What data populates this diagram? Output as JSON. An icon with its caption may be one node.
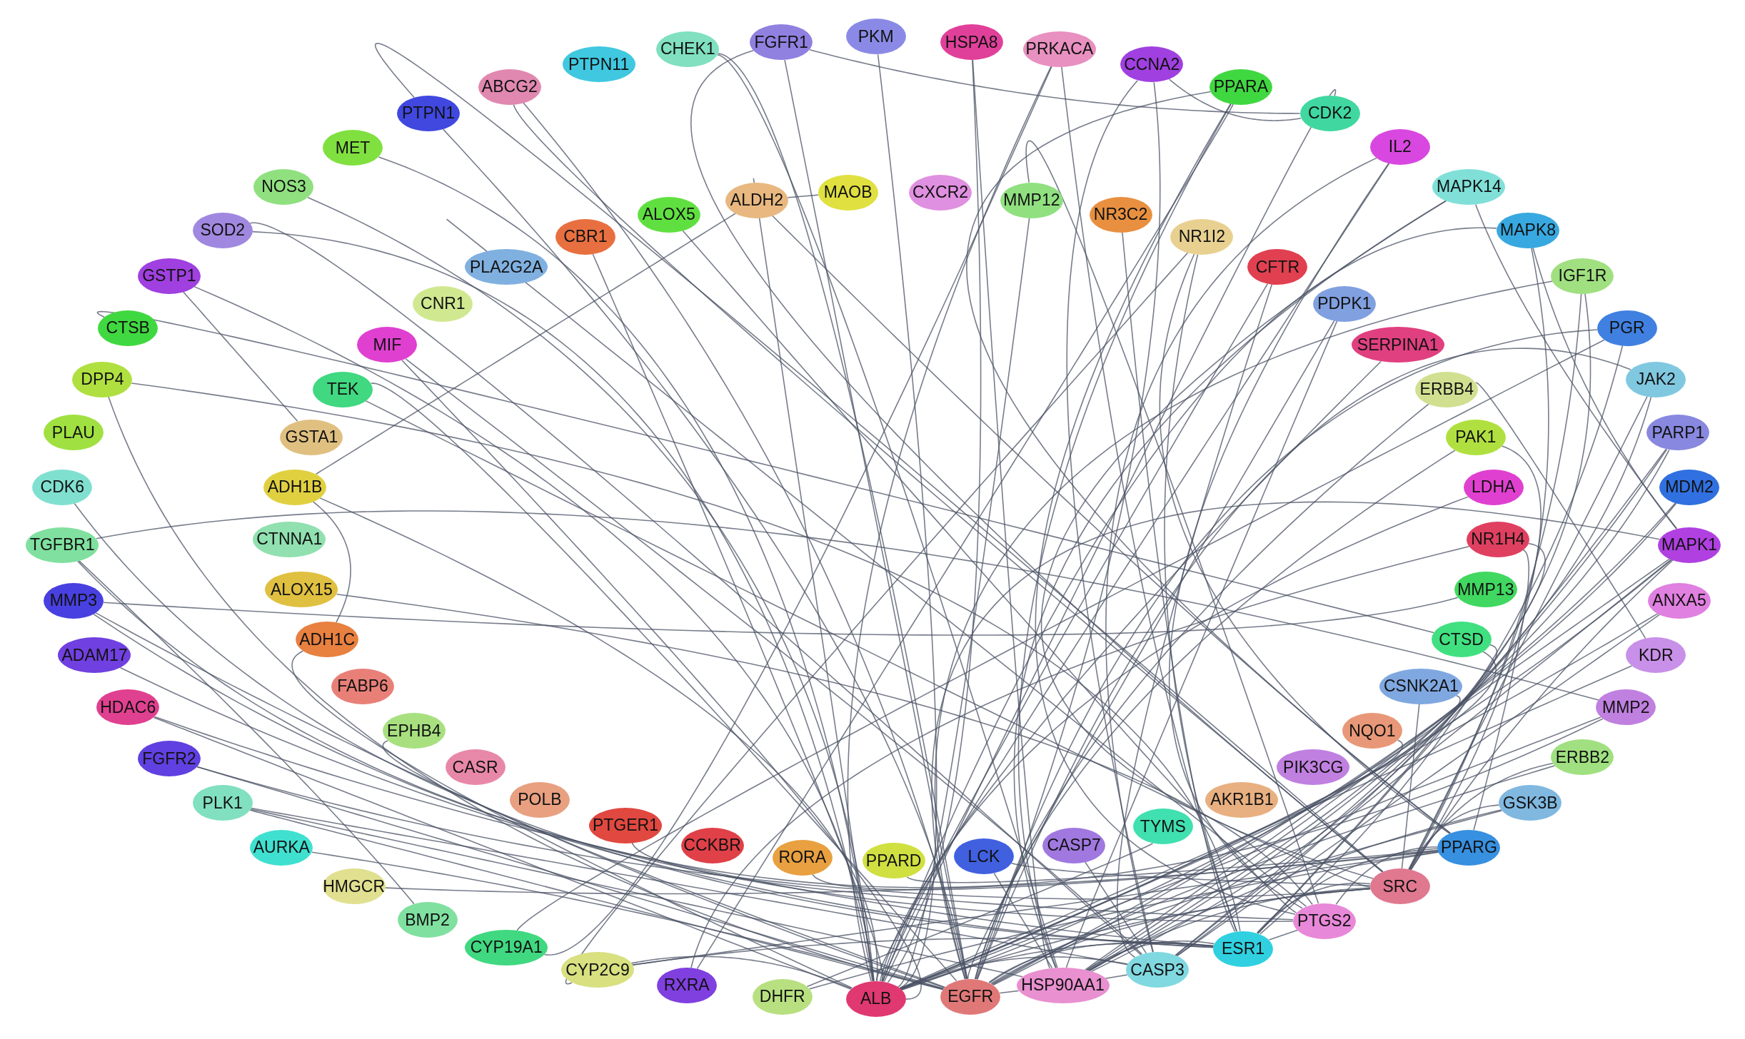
{
  "diagram": {
    "nodes": [
      {
        "text": [
          "PKM"
        ]
      },
      {
        "text": [
          "HSPA8"
        ]
      },
      {
        "text": [
          "PRKACA"
        ]
      },
      {
        "text": [
          "CCNA2"
        ]
      },
      {
        "text": [
          "PPARA"
        ]
      },
      {
        "text": [
          "CDK2"
        ]
      },
      {
        "text": [
          "IL2"
        ]
      },
      {
        "text": [
          "MAPK14"
        ]
      },
      {
        "text": [
          "MAPK8"
        ]
      },
      {
        "text": [
          "IGF1R"
        ]
      },
      {
        "text": [
          "PGR"
        ]
      },
      {
        "text": [
          "JAK2"
        ]
      },
      {
        "text": [
          "PARP1"
        ]
      },
      {
        "text": [
          "MDM2"
        ]
      },
      {
        "text": [
          "MAPK1"
        ]
      },
      {
        "text": [
          "ANXA5"
        ]
      },
      {
        "text": [
          "KDR"
        ]
      },
      {
        "text": [
          "MMP2"
        ]
      },
      {
        "text": [
          "ERBB2"
        ]
      },
      {
        "text": [
          "GSK3B"
        ]
      },
      {
        "text": [
          "PPARG"
        ]
      },
      {
        "text": [
          "SRC"
        ]
      },
      {
        "text": [
          "PTGS2"
        ]
      },
      {
        "text": [
          "ESR1"
        ]
      },
      {
        "text": [
          "CASP3"
        ]
      },
      {
        "text": [
          "HSP90AA1"
        ]
      },
      {
        "text": [
          "EGFR"
        ]
      },
      {
        "text": [
          "ALB"
        ]
      },
      {
        "text": [
          "DHFR"
        ]
      },
      {
        "text": [
          "RXRA"
        ]
      },
      {
        "text": [
          "CYP2C9"
        ]
      },
      {
        "text": [
          "CYP19A1"
        ]
      },
      {
        "text": [
          "BMP2"
        ]
      },
      {
        "text": [
          "HMGCR"
        ]
      },
      {
        "text": [
          "AURKA"
        ]
      },
      {
        "text": [
          "PLK1"
        ]
      },
      {
        "text": [
          "FGFR2"
        ]
      },
      {
        "text": [
          "HDAC6"
        ]
      },
      {
        "text": [
          "ADAM17"
        ]
      },
      {
        "text": [
          "MMP3"
        ]
      },
      {
        "text": [
          "TGFBR1"
        ]
      },
      {
        "text": [
          "CDK6"
        ]
      },
      {
        "text": [
          "PLAU"
        ]
      },
      {
        "text": [
          "DPP4"
        ]
      },
      {
        "text": [
          "CTSB"
        ]
      },
      {
        "text": [
          "GSTP1"
        ]
      },
      {
        "text": [
          "SOD2"
        ]
      },
      {
        "text": [
          "NOS3"
        ]
      },
      {
        "text": [
          "MET"
        ]
      },
      {
        "text": [
          "PTPN1"
        ]
      },
      {
        "text": [
          "ABCG2"
        ]
      },
      {
        "text": [
          "PTPN11"
        ]
      },
      {
        "text": [
          "CHEK1"
        ]
      },
      {
        "text": [
          "FGFR1"
        ]
      },
      {
        "text": [
          "ALDH2"
        ]
      },
      {
        "text": [
          "MAOB"
        ]
      },
      {
        "text": [
          "CXCR2"
        ]
      },
      {
        "text": [
          "MMP12"
        ]
      },
      {
        "text": [
          "NR3C2"
        ]
      },
      {
        "text": [
          "NR1I2"
        ]
      },
      {
        "text": [
          "CFTR"
        ]
      },
      {
        "text": [
          "PDPK1"
        ]
      },
      {
        "text": [
          "SERPINA1"
        ]
      },
      {
        "text": [
          "ERBB4"
        ]
      },
      {
        "text": [
          "PAK1"
        ]
      },
      {
        "text": [
          "LDHA"
        ]
      },
      {
        "text": [
          "NR1H4"
        ]
      },
      {
        "text": [
          "MMP13"
        ]
      },
      {
        "text": [
          "CTSD"
        ]
      },
      {
        "text": [
          "CSNK2A1"
        ]
      },
      {
        "text": [
          "NQO1"
        ]
      },
      {
        "text": [
          "PIK3CG"
        ]
      },
      {
        "text": [
          "AKR1B1"
        ]
      },
      {
        "text": [
          "TYMS"
        ]
      },
      {
        "text": [
          "CASP7"
        ]
      },
      {
        "text": [
          "LCK"
        ]
      },
      {
        "text": [
          "PPARD"
        ]
      },
      {
        "text": [
          "RORA"
        ]
      },
      {
        "text": [
          "CCKBR"
        ]
      },
      {
        "text": [
          "PTGER1"
        ]
      },
      {
        "text": [
          "POLB"
        ]
      },
      {
        "text": [
          "CASR"
        ]
      },
      {
        "text": [
          "EPHB4"
        ]
      },
      {
        "text": [
          "FABP6"
        ]
      },
      {
        "text": [
          "ADH1C"
        ]
      },
      {
        "text": [
          "ALOX15"
        ]
      },
      {
        "text": [
          "CTNNA1"
        ]
      },
      {
        "text": [
          "ADH1B"
        ]
      },
      {
        "text": [
          "GSTA1"
        ]
      },
      {
        "text": [
          "TEK"
        ]
      },
      {
        "text": [
          "MIF"
        ]
      },
      {
        "text": [
          "CNR1"
        ]
      },
      {
        "text": [
          "PLA2G2A"
        ]
      },
      {
        "text": [
          "CBR1"
        ]
      },
      {
        "text": [
          "ALOX5"
        ]
      }
    ],
    "edges": [
      {
        "from": 27,
        "to": 0,
        "arrow": "none"
      },
      {
        "from": 27,
        "to": 1,
        "arrow": "none"
      },
      {
        "from": 27,
        "to": 2,
        "arrow": "none"
      },
      {
        "from": 27,
        "to": 5,
        "arrow": "none"
      },
      {
        "from": 27,
        "to": 6,
        "arrow": "none"
      },
      {
        "from": 27,
        "to": 8,
        "arrow": "none"
      },
      {
        "from": 27,
        "to": 14,
        "arrow": "none"
      },
      {
        "from": 27,
        "to": 15,
        "arrow": "none"
      },
      {
        "from": 27,
        "to": 16,
        "arrow": "none"
      },
      {
        "from": 27,
        "to": 17,
        "arrow": "none"
      },
      {
        "from": 27,
        "to": 21,
        "arrow": "none"
      },
      {
        "from": 27,
        "to": 23,
        "arrow": "none"
      },
      {
        "from": 27,
        "to": 24,
        "arrow": "none"
      },
      {
        "from": 27,
        "to": 37,
        "arrow": "none"
      },
      {
        "from": 27,
        "to": 45,
        "arrow": "none"
      },
      {
        "from": 27,
        "to": 46,
        "arrow": "none"
      },
      {
        "from": 27,
        "to": 47,
        "arrow": "none"
      },
      {
        "from": 27,
        "to": 48,
        "arrow": "none"
      },
      {
        "from": 27,
        "to": 57,
        "arrow": "none"
      },
      {
        "from": 27,
        "to": 60,
        "arrow": "none"
      },
      {
        "from": 27,
        "to": 62,
        "arrow": "none"
      },
      {
        "from": 27,
        "to": 65,
        "arrow": "none"
      },
      {
        "from": 27,
        "to": 68,
        "arrow": "none"
      },
      {
        "from": 27,
        "to": 70,
        "arrow": "none"
      },
      {
        "from": 27,
        "to": 84,
        "arrow": "none"
      },
      {
        "from": 27,
        "to": 87,
        "arrow": "none"
      },
      {
        "from": 27,
        "to": 90,
        "arrow": "none"
      },
      {
        "from": 27,
        "to": 93,
        "arrow": "none"
      },
      {
        "from": 27,
        "to": 30,
        "arrow": "none"
      },
      {
        "from": 27,
        "to": 54,
        "arrow": "none"
      },
      {
        "from": 26,
        "to": 3,
        "arrow": "none"
      },
      {
        "from": 26,
        "to": 9,
        "arrow": "none"
      },
      {
        "from": 26,
        "to": 10,
        "arrow": "none"
      },
      {
        "from": 26,
        "to": 11,
        "arrow": "none"
      },
      {
        "from": 26,
        "to": 13,
        "arrow": "none"
      },
      {
        "from": 26,
        "to": 14,
        "arrow": "none"
      },
      {
        "from": 26,
        "to": 18,
        "arrow": "none"
      },
      {
        "from": 26,
        "to": 19,
        "arrow": "none"
      },
      {
        "from": 26,
        "to": 21,
        "arrow": "none"
      },
      {
        "from": 26,
        "to": 23,
        "arrow": "none"
      },
      {
        "from": 26,
        "to": 25,
        "arrow": "none"
      },
      {
        "from": 26,
        "to": 34,
        "arrow": "none"
      },
      {
        "from": 26,
        "to": 35,
        "arrow": "none"
      },
      {
        "from": 26,
        "to": 36,
        "arrow": "none"
      },
      {
        "from": 26,
        "to": 39,
        "arrow": "none"
      },
      {
        "from": 26,
        "to": 43,
        "arrow": "none"
      },
      {
        "from": 26,
        "to": 49,
        "arrow": "none"
      },
      {
        "from": 26,
        "to": 50,
        "arrow": "none"
      },
      {
        "from": 26,
        "to": 52,
        "arrow": "none"
      },
      {
        "from": 26,
        "to": 53,
        "arrow": "none"
      },
      {
        "from": 26,
        "to": 61,
        "arrow": "none"
      },
      {
        "from": 26,
        "to": 63,
        "arrow": "none"
      },
      {
        "from": 26,
        "to": 64,
        "arrow": "none"
      },
      {
        "from": 26,
        "to": 69,
        "arrow": "none"
      },
      {
        "from": 26,
        "to": 89,
        "arrow": "none"
      },
      {
        "from": 26,
        "to": 82,
        "arrow": "none"
      },
      {
        "from": 25,
        "to": 1,
        "arrow": "none"
      },
      {
        "from": 25,
        "to": 4,
        "arrow": "none"
      },
      {
        "from": 25,
        "to": 7,
        "arrow": "none"
      },
      {
        "from": 25,
        "to": 9,
        "arrow": "none"
      },
      {
        "from": 25,
        "to": 11,
        "arrow": "none"
      },
      {
        "from": 25,
        "to": 12,
        "arrow": "none"
      },
      {
        "from": 25,
        "to": 13,
        "arrow": "none"
      },
      {
        "from": 25,
        "to": 14,
        "arrow": "none"
      },
      {
        "from": 25,
        "to": 19,
        "arrow": "none"
      },
      {
        "from": 25,
        "to": 21,
        "arrow": "none"
      },
      {
        "from": 25,
        "to": 23,
        "arrow": "none"
      },
      {
        "from": 25,
        "to": 24,
        "arrow": "none"
      },
      {
        "from": 25,
        "to": 35,
        "arrow": "none"
      },
      {
        "from": 25,
        "to": 52,
        "arrow": "none"
      },
      {
        "from": 25,
        "to": 61,
        "arrow": "none"
      },
      {
        "from": 25,
        "to": 75,
        "arrow": "none"
      },
      {
        "from": 21,
        "to": 7,
        "arrow": "none"
      },
      {
        "from": 21,
        "to": 8,
        "arrow": "none"
      },
      {
        "from": 21,
        "to": 9,
        "arrow": "none"
      },
      {
        "from": 21,
        "to": 11,
        "arrow": "none"
      },
      {
        "from": 21,
        "to": 14,
        "arrow": "none"
      },
      {
        "from": 21,
        "to": 18,
        "arrow": "none"
      },
      {
        "from": 21,
        "to": 19,
        "arrow": "none"
      },
      {
        "from": 21,
        "to": 23,
        "arrow": "none"
      },
      {
        "from": 21,
        "to": 36,
        "arrow": "none"
      },
      {
        "from": 21,
        "to": 49,
        "arrow": "none"
      },
      {
        "from": 21,
        "to": 50,
        "arrow": "none"
      },
      {
        "from": 21,
        "to": 53,
        "arrow": "none"
      },
      {
        "from": 21,
        "to": 64,
        "arrow": "none"
      },
      {
        "from": 21,
        "to": 69,
        "arrow": "none"
      },
      {
        "from": 21,
        "to": 75,
        "arrow": "none"
      },
      {
        "from": 21,
        "to": 89,
        "arrow": "none"
      },
      {
        "from": 23,
        "to": 2,
        "arrow": "none"
      },
      {
        "from": 23,
        "to": 10,
        "arrow": "none"
      },
      {
        "from": 23,
        "to": 12,
        "arrow": "none"
      },
      {
        "from": 23,
        "to": 20,
        "arrow": "none"
      },
      {
        "from": 23,
        "to": 22,
        "arrow": "none"
      },
      {
        "from": 23,
        "to": 30,
        "arrow": "none"
      },
      {
        "from": 23,
        "to": 37,
        "arrow": "none"
      },
      {
        "from": 23,
        "to": 38,
        "arrow": "none"
      },
      {
        "from": 23,
        "to": 41,
        "arrow": "none"
      },
      {
        "from": 23,
        "to": 43,
        "arrow": "none"
      },
      {
        "from": 23,
        "to": 58,
        "arrow": "none"
      },
      {
        "from": 23,
        "to": 59,
        "arrow": "none"
      },
      {
        "from": 23,
        "to": 66,
        "arrow": "none"
      },
      {
        "from": 24,
        "to": 3,
        "arrow": "none"
      },
      {
        "from": 24,
        "to": 6,
        "arrow": "none"
      },
      {
        "from": 24,
        "to": 12,
        "arrow": "none"
      },
      {
        "from": 24,
        "to": 14,
        "arrow": "none"
      },
      {
        "from": 24,
        "to": 15,
        "arrow": "none"
      },
      {
        "from": 24,
        "to": 35,
        "arrow": "none"
      },
      {
        "from": 24,
        "to": 46,
        "arrow": "none"
      },
      {
        "from": 24,
        "to": 60,
        "arrow": "none"
      },
      {
        "from": 24,
        "to": 68,
        "arrow": "none"
      },
      {
        "from": 24,
        "to": 74,
        "arrow": "none"
      },
      {
        "from": 24,
        "to": 90,
        "arrow": "none"
      },
      {
        "from": 22,
        "to": 4,
        "arrow": "none"
      },
      {
        "from": 22,
        "to": 6,
        "arrow": "none"
      },
      {
        "from": 22,
        "to": 20,
        "arrow": "none"
      },
      {
        "from": 22,
        "to": 40,
        "arrow": "none"
      },
      {
        "from": 22,
        "to": 79,
        "arrow": "none"
      },
      {
        "from": 22,
        "to": 94,
        "arrow": "none"
      },
      {
        "from": 22,
        "to": 85,
        "arrow": "none"
      },
      {
        "from": 22,
        "to": 92,
        "arrow": "none"
      },
      {
        "from": 22,
        "to": 57,
        "arrow": "none"
      },
      {
        "from": 20,
        "to": 4,
        "arrow": "none"
      },
      {
        "from": 20,
        "to": 28,
        "arrow": "none"
      },
      {
        "from": 20,
        "to": 30,
        "arrow": "none"
      },
      {
        "from": 20,
        "to": 33,
        "arrow": "none"
      },
      {
        "from": 20,
        "to": 59,
        "arrow": "none"
      },
      {
        "from": 20,
        "to": 66,
        "arrow": "none"
      },
      {
        "from": 20,
        "to": 76,
        "arrow": "none"
      },
      {
        "from": 20,
        "to": 77,
        "arrow": "none"
      },
      {
        "from": 20,
        "to": 54,
        "arrow": "none"
      },
      {
        "from": 14,
        "to": 8,
        "arrow": "none"
      },
      {
        "from": 14,
        "to": 7,
        "arrow": "none"
      },
      {
        "from": 17,
        "to": 40,
        "arrow": "none"
      },
      {
        "from": 16,
        "to": 63,
        "arrow": "none"
      },
      {
        "from": 5,
        "to": 3,
        "arrow": "none"
      },
      {
        "from": 5,
        "to": 53,
        "arrow": "none"
      },
      {
        "from": 44,
        "to": 68,
        "arrow": "none"
      },
      {
        "from": 55,
        "to": 54,
        "arrow": "none"
      },
      {
        "from": 87,
        "to": 84,
        "arrow": "none"
      },
      {
        "from": 88,
        "to": 45,
        "arrow": "none"
      },
      {
        "from": 87,
        "to": 54,
        "arrow": "none"
      },
      {
        "from": 31,
        "to": 10,
        "arrow": "none"
      },
      {
        "from": 31,
        "to": 2,
        "arrow": "none"
      },
      {
        "from": 32,
        "to": 40,
        "arrow": "none"
      },
      {
        "from": 30,
        "to": 59,
        "arrow": "none"
      },
      {
        "from": 29,
        "to": 66,
        "arrow": "none"
      },
      {
        "from": 29,
        "to": 4,
        "arrow": "none"
      },
      {
        "from": 28,
        "to": 73,
        "arrow": "none"
      },
      {
        "from": 39,
        "to": 17,
        "arrow": "none"
      },
      {
        "from": 67,
        "to": 39,
        "arrow": "none"
      }
    ]
  }
}
